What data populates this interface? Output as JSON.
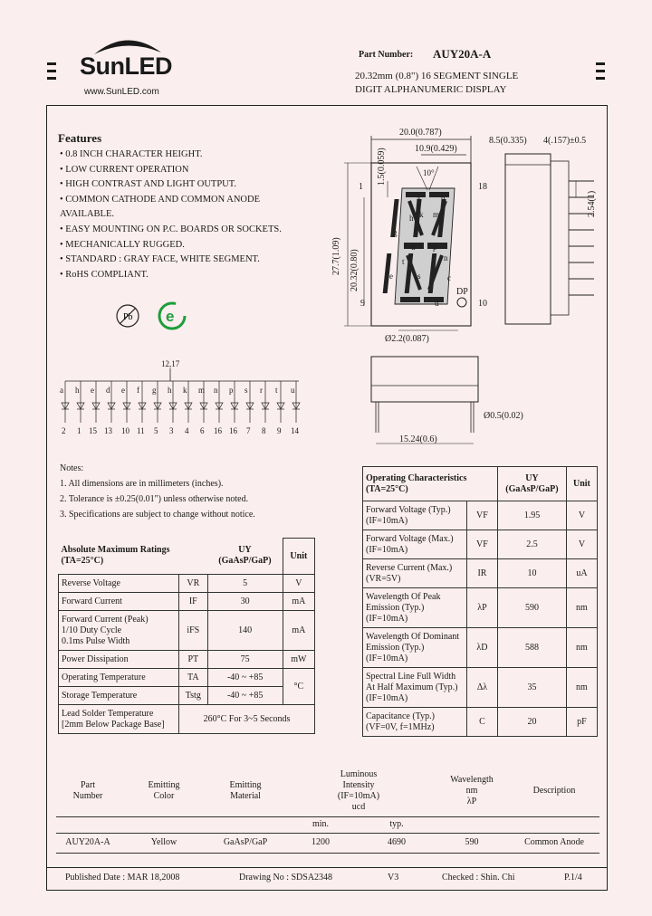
{
  "header": {
    "brand": "SunLED",
    "website": "www.SunLED.com",
    "part_number_label": "Part Number:",
    "part_number": "AUY20A-A",
    "desc_line1": "20.32mm (0.8\") 16 SEGMENT SINGLE",
    "desc_line2": "DIGIT ALPHANUMERIC DISPLAY"
  },
  "features": {
    "title": "Features",
    "items": [
      "• 0.8 INCH CHARACTER HEIGHT.",
      "• LOW CURRENT OPERATION",
      "• HIGH CONTRAST AND LIGHT OUTPUT.",
      "• COMMON CATHODE AND COMMON ANODE",
      "AVAILABLE.",
      "• EASY MOUNTING ON P.C. BOARDS OR SOCKETS.",
      "• MECHANICALLY RUGGED.",
      "• STANDARD : GRAY FACE, WHITE SEGMENT.",
      "• RoHS COMPLIANT."
    ]
  },
  "drawing": {
    "dim_width": "20.0(0.787)",
    "dim_10_9": "10.9(0.429)",
    "dim_angle": "10°",
    "dim_1_5": "1.5(0.059)",
    "dim_27_7": "27.7(1.09)",
    "dim_20_32": "20.32(0.80)",
    "dim_dot": "Ø2.2(0.087)",
    "dp_label": "DP",
    "pin_1": "1",
    "pin_18": "18",
    "pin_9": "9",
    "pin_10": "10",
    "side_8_5": "8.5(0.335)",
    "side_4": "4(.157)±0.5",
    "side_2_54": "2.54(1)",
    "pin_dia": "Ø0.5(0.02)",
    "bottom_width": "15.24(0.6)",
    "seg_labels": [
      "a",
      "b",
      "h",
      "k",
      "m",
      "u",
      "p",
      "g",
      "t",
      "s",
      "r",
      "e",
      "n",
      "c",
      "d"
    ]
  },
  "circuit": {
    "common_pin": "12,17",
    "segments": [
      "a",
      "h",
      "e",
      "d",
      "e",
      "f",
      "g",
      "h",
      "k",
      "m",
      "n",
      "p",
      "s",
      "r",
      "t",
      "u"
    ],
    "pins": [
      "2",
      "1",
      "15",
      "13",
      "10",
      "11",
      "5",
      "3",
      "4",
      "6",
      "16",
      "16",
      "7",
      "8",
      "9",
      "14"
    ]
  },
  "notes": {
    "title": "Notes:",
    "items": [
      "1. All dimensions are in millimeters (inches).",
      "2. Tolerance is ±0.25(0.01\") unless otherwise noted.",
      "3. Specifications are subject to change without notice."
    ]
  },
  "abs_max": {
    "title": "Absolute Maximum Ratings",
    "cond": "(TA=25°C)",
    "col_uy": "UY",
    "col_mat": "(GaAsP/GaP)",
    "col_unit": "Unit",
    "rows": [
      {
        "param": "Reverse Voltage",
        "sym": "VR",
        "val": "5",
        "unit": "V"
      },
      {
        "param": "Forward Current",
        "sym": "IF",
        "val": "30",
        "unit": "mA"
      },
      {
        "param": "Forward Current (Peak)\n1/10 Duty Cycle\n0.1ms Pulse Width",
        "sym": "iFS",
        "val": "140",
        "unit": "mA"
      },
      {
        "param": "Power Dissipation",
        "sym": "PT",
        "val": "75",
        "unit": "mW"
      },
      {
        "param": "Operating Temperature",
        "sym": "TA",
        "val": "-40 ~ +85",
        "unit": "°C"
      },
      {
        "param": "Storage Temperature",
        "sym": "Tstg",
        "val": "-40 ~ +85",
        "unit": ""
      },
      {
        "param": "Lead Solder Temperature\n[2mm Below Package Base]",
        "sym": "",
        "val": "260°C For 3~5 Seconds",
        "unit": ""
      }
    ]
  },
  "op_char": {
    "title": "Operating Characteristics",
    "cond": "(TA=25°C)",
    "col_uy": "UY",
    "col_mat": "(GaAsP/GaP)",
    "col_unit": "Unit",
    "rows": [
      {
        "param": "Forward Voltage (Typ.)\n(IF=10mA)",
        "sym": "VF",
        "val": "1.95",
        "unit": "V"
      },
      {
        "param": "Forward Voltage (Max.)\n(IF=10mA)",
        "sym": "VF",
        "val": "2.5",
        "unit": "V"
      },
      {
        "param": "Reverse Current (Max.)\n(VR=5V)",
        "sym": "IR",
        "val": "10",
        "unit": "uA"
      },
      {
        "param": "Wavelength Of Peak\nEmission (Typ.)\n(IF=10mA)",
        "sym": "λP",
        "val": "590",
        "unit": "nm"
      },
      {
        "param": "Wavelength Of Dominant\nEmission (Typ.)\n(IF=10mA)",
        "sym": "λD",
        "val": "588",
        "unit": "nm"
      },
      {
        "param": "Spectral Line Full Width\nAt Half Maximum (Typ.)\n(IF=10mA)",
        "sym": "Δλ",
        "val": "35",
        "unit": "nm"
      },
      {
        "param": "Capacitance (Typ.)\n(VF=0V, f=1MHz)",
        "sym": "C",
        "val": "20",
        "unit": "pF"
      }
    ]
  },
  "product": {
    "headers": {
      "part": "Part\nNumber",
      "color": "Emitting\nColor",
      "material": "Emitting\nMaterial",
      "luminous": "Luminous\nIntensity\n(IF=10mA)\nucd",
      "wavelength": "Wavelength\nnm\nλP",
      "description": "Description",
      "min": "min.",
      "typ": "typ."
    },
    "row": {
      "part": "AUY20A-A",
      "color": "Yellow",
      "material": "GaAsP/GaP",
      "min": "1200",
      "typ": "4690",
      "wl": "590",
      "desc": "Common Anode"
    }
  },
  "footer": {
    "published": "Published Date : MAR 18,2008",
    "drawing": "Drawing No : SDSA2348",
    "version": "V3",
    "checked": "Checked : Shin. Chi",
    "page": "P.1/4"
  },
  "colors": {
    "background": "#fbeeee",
    "logo_green": "#1e9e3a"
  }
}
